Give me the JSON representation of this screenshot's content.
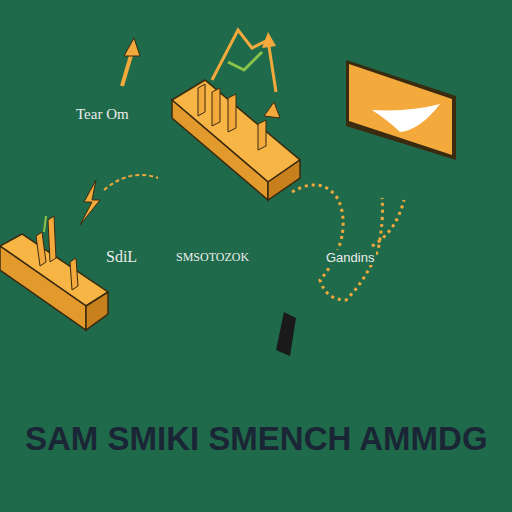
{
  "diagram": {
    "title": "SAM SMIKI SMENCH AMMDG",
    "labels": [
      "Tear Om",
      "SdiL",
      "SMSOTOZOK",
      "Gandins"
    ]
  }
}
